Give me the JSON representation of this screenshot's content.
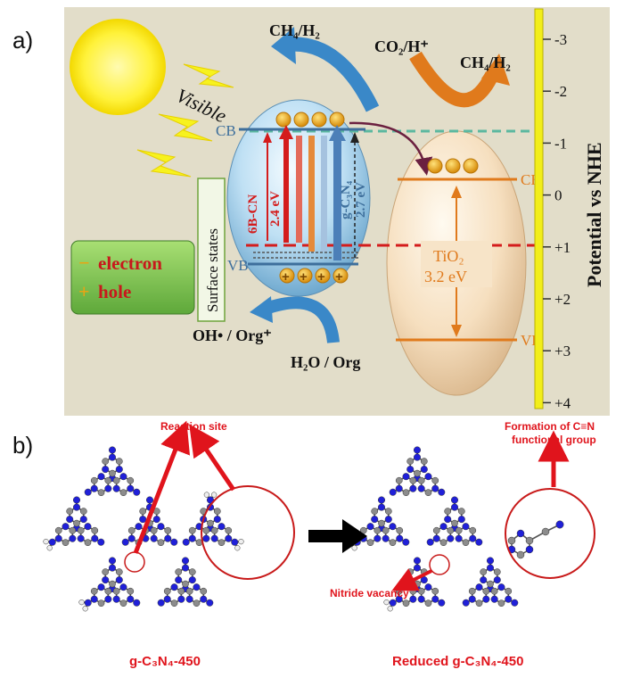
{
  "panel_a": {
    "label": "a)",
    "visible_label": "Visible",
    "legend": {
      "minus": "−",
      "electron": "electron",
      "plus": "+",
      "hole": "hole"
    },
    "surface_states": "Surface states",
    "cb_left": "CB",
    "vb_left": "VB",
    "cb_right": "CB",
    "vb_right": "VB",
    "gap_6bcn_name": "6B-CN",
    "gap_6bcn_value": "2.4 eV",
    "gap_gcn_name": "g-C₃N₄",
    "gap_gcn_value": "2.7 eV",
    "tio2_name": "TiO₂",
    "tio2_value": "3.2 eV",
    "product_left": "CH₄/H₂",
    "reactant_top": "CO₂/H⁺",
    "product_right": "CH₄/H₂",
    "oxidation_product": "OH• / Org⁺",
    "oxidation_reactant": "H₂O / Org",
    "axis_title": "Potential vs NHE",
    "axis_ticks": [
      "-3",
      "-2",
      "-1",
      "0",
      "+1",
      "+2",
      "+3",
      "+4"
    ],
    "colors": {
      "background": "#e2ddc9",
      "axis": "#f2ee1a",
      "legend_box": "#7ec24a",
      "electron": "#e8a414",
      "red": "#d41c1c"
    }
  },
  "panel_b": {
    "label": "b)",
    "reaction_site": "Reaction site",
    "formation_line1": "Formation of C≡N",
    "formation_line2": "functional group",
    "nitride_vacancy": "Nitride vacancy",
    "caption_left": "g-C₃N₄-450",
    "caption_right": "Reduced g-C₃N₄-450",
    "colors": {
      "nitrogen": "#2020d8",
      "carbon": "#8c8c8c",
      "hydrogen": "#eeeeee",
      "annotation": "#e0141c"
    }
  }
}
